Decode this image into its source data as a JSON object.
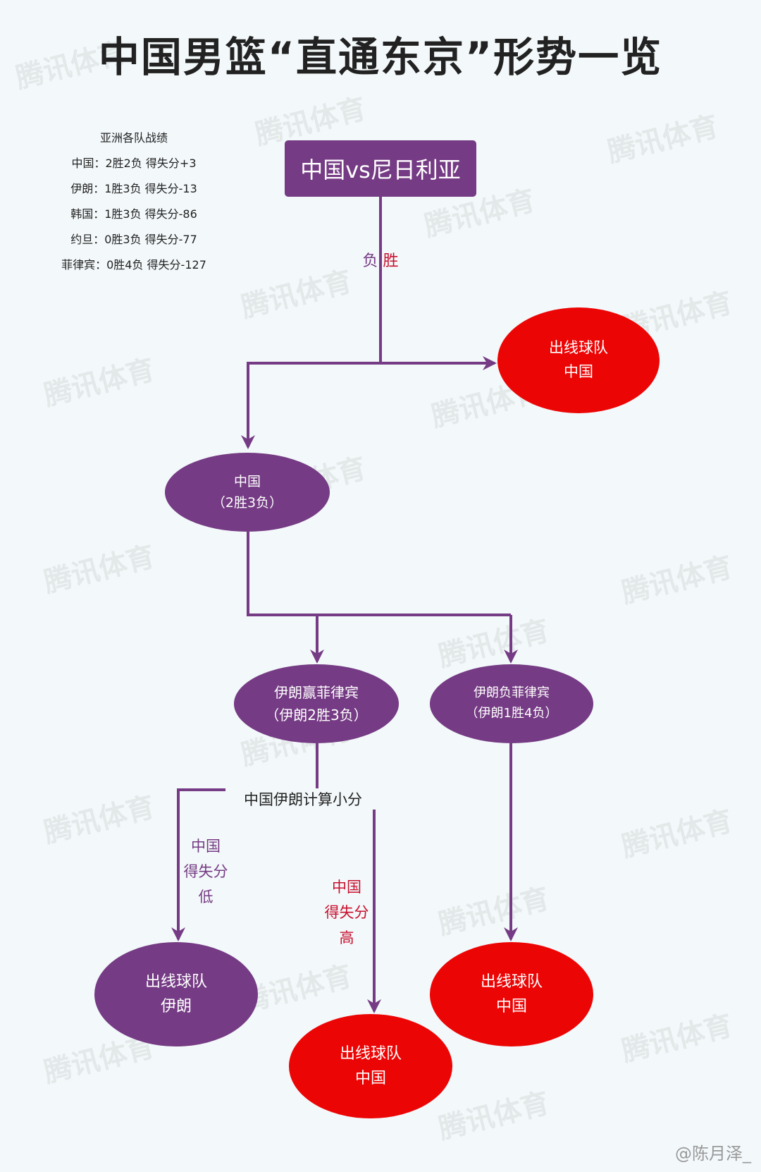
{
  "title": "中国男篮“直通东京”形势一览",
  "standings": {
    "title": "亚洲各队战绩",
    "rows": [
      "中国：2胜2负 得失分+3",
      "伊朗：1胜3负 得失分-13",
      "韩国：1胜3负 得失分-86",
      "约旦：0胜3负 得失分-77",
      "菲律宾：0胜4负 得失分-127"
    ]
  },
  "start": {
    "label": "中国vs尼日利亚"
  },
  "branch_labels": {
    "lose": "负",
    "win": "胜"
  },
  "nodes": {
    "win_result": {
      "line1": "出线球队",
      "line2": "中国"
    },
    "china_record": {
      "line1": "中国",
      "line2": "（2胜3负）"
    },
    "iran_wins": {
      "line1": "伊朗赢菲律宾",
      "line2": "（伊朗2胜3负）"
    },
    "iran_loses": {
      "line1": "伊朗负菲律宾",
      "line2": "（伊朗1胜4负）"
    },
    "result_iran": {
      "line1": "出线球队",
      "line2": "伊朗"
    },
    "result_china_high": {
      "line1": "出线球队",
      "line2": "中国"
    },
    "result_china_iran_loses": {
      "line1": "出线球队",
      "line2": "中国"
    }
  },
  "tiebreak_label": "中国伊朗计算小分",
  "low_label": {
    "line1": "中国",
    "line2": "得失分",
    "line3": "低"
  },
  "high_label": {
    "line1": "中国",
    "line2": "得失分",
    "line3": "高"
  },
  "watermark_text": "腾讯体育",
  "credit": "@陈月泽_",
  "colors": {
    "purple": "#753b84",
    "red": "#ec0505",
    "red_text": "#c8102e",
    "background": "#f3f8fa"
  }
}
